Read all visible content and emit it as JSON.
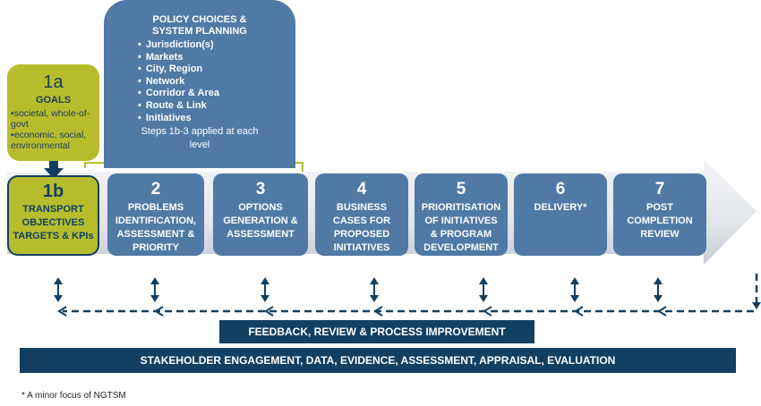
{
  "policy": {
    "title_line1": "POLICY CHOICES &",
    "title_line2": "SYSTEM PLANNING",
    "items": [
      "Jurisdiction(s)",
      "Markets",
      "City, Region",
      "Network",
      "Corridor & Area",
      "Route & Link",
      "Initiatives"
    ],
    "note_line1": "Steps 1b-3 applied at each",
    "note_line2": "level"
  },
  "goals": {
    "number": "1a",
    "title": "GOALS",
    "items": [
      "societal, whole-of-govt",
      "economic, social, environmental"
    ]
  },
  "steps": [
    {
      "number": "1b",
      "lines": [
        "TRANSPORT",
        "OBJECTIVES",
        "TARGETS & KPIs"
      ]
    },
    {
      "number": "2",
      "lines": [
        "PROBLEMS",
        "IDENTIFICATION,",
        "ASSESSMENT &",
        "PRIORITY"
      ]
    },
    {
      "number": "3",
      "lines": [
        "OPTIONS",
        "GENERATION &",
        "ASSESSMENT"
      ]
    },
    {
      "number": "4",
      "lines": [
        "BUSINESS",
        "CASES FOR",
        "PROPOSED",
        "INITIATIVES"
      ]
    },
    {
      "number": "5",
      "lines": [
        "PRIORITISATION",
        "OF INITIATIVES",
        "& PROGRAM",
        "DEVELOPMENT"
      ]
    },
    {
      "number": "6",
      "lines": [
        "DELIVERY*"
      ]
    },
    {
      "number": "7",
      "lines": [
        "POST",
        "COMPLETION",
        "REVIEW"
      ]
    }
  ],
  "feedback_label": "FEEDBACK, REVIEW & PROCESS IMPROVEMENT",
  "stakeholder_label": "STAKEHOLDER ENGAGEMENT, DATA, EVIDENCE, ASSESSMENT, APPRAISAL, EVALUATION",
  "footnote": "* A minor focus of NGTSM",
  "colors": {
    "blue": "#5079a6",
    "dark_blue": "#133f61",
    "olive": "#b6bd2d",
    "arrow_grey": "#e3e6ea"
  }
}
